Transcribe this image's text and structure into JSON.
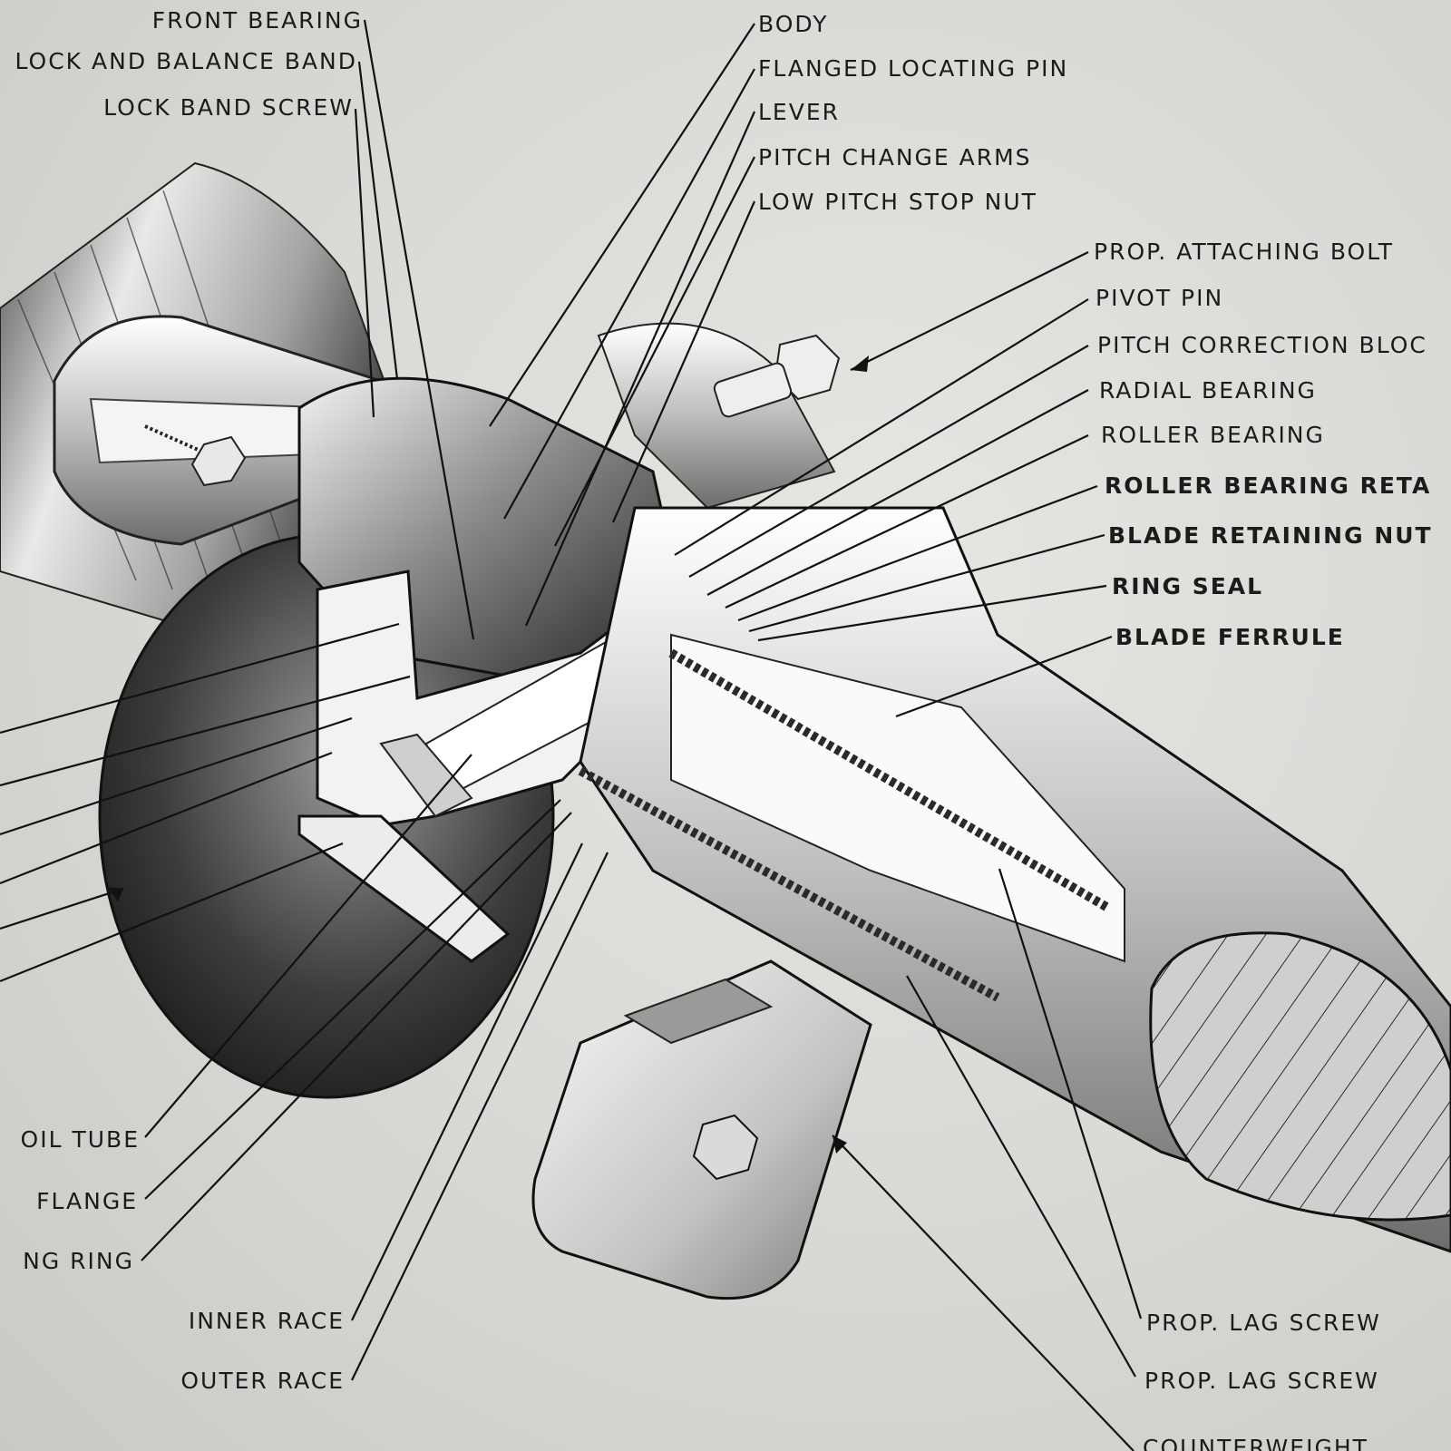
{
  "labels_left": {
    "front_bearing": "FRONT BEARING",
    "lock_and_balance_band": "LOCK AND BALANCE BAND",
    "lock_band_screw": "LOCK BAND SCREW",
    "oil_tube": "OIL TUBE",
    "flange": "FLANGE",
    "ng_ring": "NG RING",
    "inner_race": "INNER RACE",
    "outer_race": "OUTER RACE"
  },
  "labels_top": {
    "body": "BODY",
    "flanged_locating_pin": "FLANGED LOCATING PIN",
    "lever": "LEVER",
    "pitch_change_arms": "PITCH CHANGE ARMS",
    "low_pitch_stop_nut": "LOW PITCH STOP NUT"
  },
  "labels_right": {
    "prop_attaching_bolt": "PROP. ATTACHING BOLT",
    "pivot_pin": "PIVOT PIN",
    "pitch_correction_bloc": "PITCH CORRECTION BLOC",
    "radial_bearing": "RADIAL BEARING",
    "roller_bearing": "ROLLER BEARING",
    "roller_bearing_reta": "ROLLER BEARING RETA",
    "blade_retaining_nut": "BLADE RETAINING NUT",
    "ring_seal": "RING SEAL",
    "blade_ferrule": "BLADE FERRULE"
  },
  "labels_bottom_right": {
    "prop_lag_screw_1": "PROP. LAG SCREW",
    "prop_lag_screw_2": "PROP. LAG SCREW",
    "counterweight": "COUNTERWEIGHT"
  }
}
